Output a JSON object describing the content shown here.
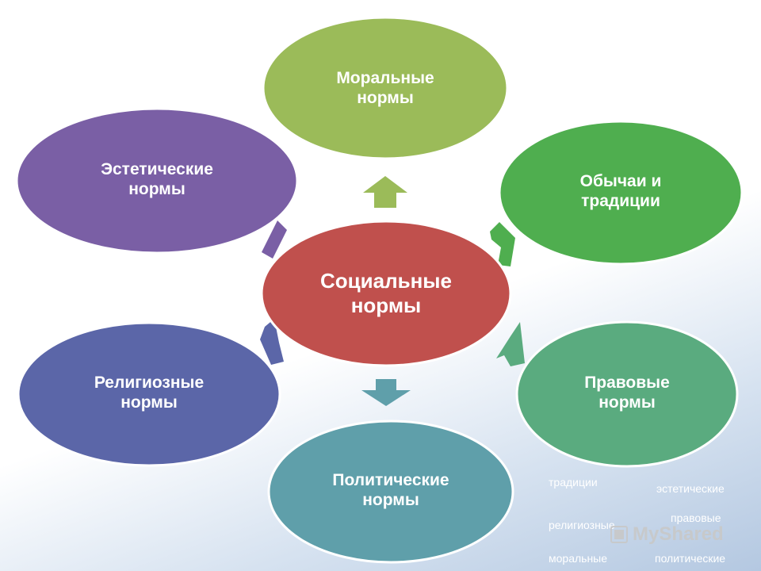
{
  "center": {
    "label": "Социальные\nнормы",
    "color": "#c0504d"
  },
  "nodes": [
    {
      "id": "moral",
      "label": "Моральные\nнормы",
      "color": "#9bbb59"
    },
    {
      "id": "customs",
      "label": "Обычаи и\nтрадиции",
      "color": "#4fae4f"
    },
    {
      "id": "legal",
      "label": "Правовые\nнормы",
      "color": "#5aab7f"
    },
    {
      "id": "political",
      "label": "Политические\nнормы",
      "color": "#5f9faa"
    },
    {
      "id": "religious",
      "label": "Религиозные\nнормы",
      "color": "#5b66a8"
    },
    {
      "id": "aesthetic",
      "label": "Эстетические\nнормы",
      "color": "#7a5fa5"
    }
  ],
  "tags": [
    "традиции",
    "эстетические",
    "правовые",
    "религиозные",
    "моральные",
    "политические"
  ],
  "watermark": "MyShared"
}
